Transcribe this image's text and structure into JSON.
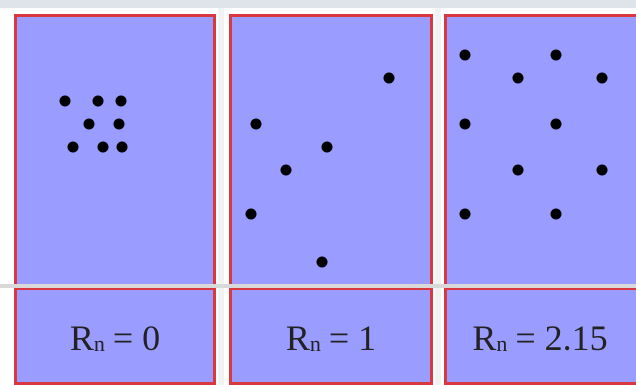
{
  "colors": {
    "panel_fill": "#9a9cff",
    "panel_border": "#d9383f",
    "dot": "#000000",
    "text": "#222222"
  },
  "panels": [
    {
      "label": {
        "symbol": "R",
        "subscript": "n",
        "value": "= 0"
      }
    },
    {
      "label": {
        "symbol": "R",
        "subscript": "n",
        "value": "= 1"
      }
    },
    {
      "label": {
        "symbol": "R",
        "subscript": "n",
        "value": "= 2.15"
      }
    }
  ]
}
